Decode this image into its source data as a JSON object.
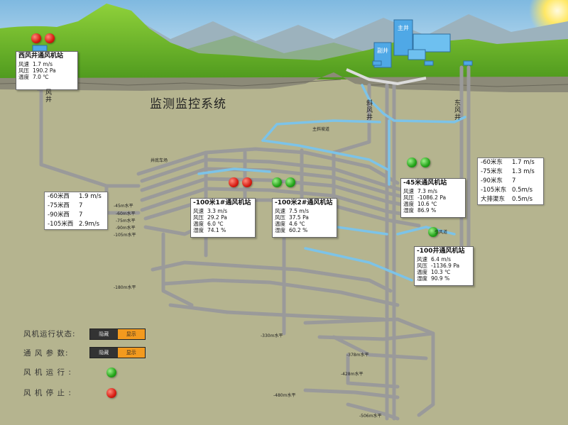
{
  "title": "监测监控系统",
  "stations": {
    "west": {
      "name": "西风井通风机站",
      "rows": [
        [
          "风速",
          "1.7 m/s"
        ],
        [
          "风压",
          "190.2 Pa"
        ],
        [
          "温度",
          "7.0 ℃"
        ]
      ]
    },
    "s1": {
      "name": "-100米1#通风机站",
      "rows": [
        [
          "风速",
          "3.3 m/s"
        ],
        [
          "风压",
          "29.2 Pa"
        ],
        [
          "温度",
          "6.0 ℃"
        ],
        [
          "湿度",
          "74.1 %"
        ]
      ]
    },
    "s2": {
      "name": "-100米2#通风机站",
      "rows": [
        [
          "风速",
          "7.5 m/s"
        ],
        [
          "风压",
          "37.5 Pa"
        ],
        [
          "温度",
          "4.6 ℃"
        ],
        [
          "湿度",
          "60.2 %"
        ]
      ]
    },
    "s3": {
      "name": "-45米通风机站",
      "rows": [
        [
          "风速",
          "7.3 m/s"
        ],
        [
          "风压",
          "-1086.2 Pa"
        ],
        [
          "温度",
          "10.6 ℃"
        ],
        [
          "湿度",
          "86.9 %"
        ]
      ]
    },
    "s4": {
      "name": "-100井通风机站",
      "rows": [
        [
          "风速",
          "6.4 m/s"
        ],
        [
          "风压",
          "-1136.9 Pa"
        ],
        [
          "温度",
          "10.3 ℃"
        ],
        [
          "湿度",
          "90.9 %"
        ]
      ]
    }
  },
  "levels_left": [
    [
      "-60米西",
      "1.9 m/s"
    ],
    [
      "-75米西",
      "7"
    ],
    [
      "-90米西",
      "7"
    ],
    [
      "-105米西",
      "2.9m/s"
    ]
  ],
  "levels_right": [
    [
      "-60米东",
      "1.7 m/s"
    ],
    [
      "-75米东",
      "1.3 m/s"
    ],
    [
      "-90米东",
      "7"
    ],
    [
      "-105米东",
      "0.5m/s"
    ],
    [
      "大排渠东",
      "0.5m/s"
    ]
  ],
  "labels": {
    "l45": "-45m水平",
    "l60": "-60m水平",
    "l75": "-75m水平",
    "l90": "-90m水平",
    "l105": "-105m水平",
    "l180": "-180m水平",
    "l330": "-330m水平",
    "l378": "-378m水平",
    "l428": "-428m水平",
    "l480": "-480m水平",
    "l506": "-506m水平",
    "zhuxie": "主斜坡道",
    "chanjin": "井底车场",
    "yinfeng": "引风道",
    "shaft_west": "风井",
    "shaft_main": "主井",
    "shaft_fu": "副井",
    "shaft_incl": "斜风井",
    "shaft_east": "东风井"
  },
  "buildings": {
    "main": "主井",
    "aux": "副井"
  },
  "legend": {
    "fan_status": "风机运行状态:",
    "wind_params": "通 风 参 数:",
    "fan_running": "风 机 运 行 :",
    "fan_stopped": "风 机 停 止 :",
    "toggle_off": "隐藏",
    "toggle_on": "显示"
  },
  "colors": {
    "running": "#22a318",
    "stopped": "#d71c12",
    "airway": "#7cc3e8",
    "tunnel": "#9a9a9a",
    "toggle_on": "#f39a1e"
  }
}
